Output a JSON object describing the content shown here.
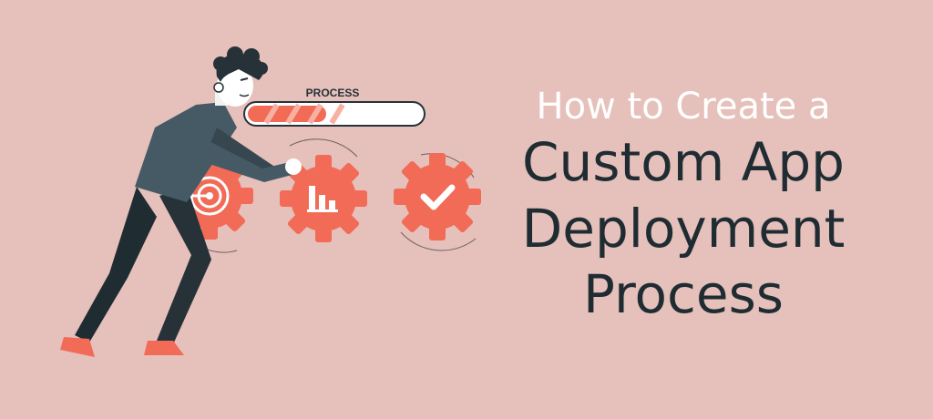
{
  "banner": {
    "background_color": "#e6c0bb",
    "accent_color": "#f16b57",
    "progress": {
      "label": "PROCESS",
      "value": 0.45
    },
    "headline": {
      "line1": "How to Create a",
      "line2": "Custom App",
      "line3": "Deployment",
      "line4": "Process"
    },
    "icons": [
      "target-gear-icon",
      "bar-chart-gear-icon",
      "checkmark-gear-icon"
    ]
  }
}
